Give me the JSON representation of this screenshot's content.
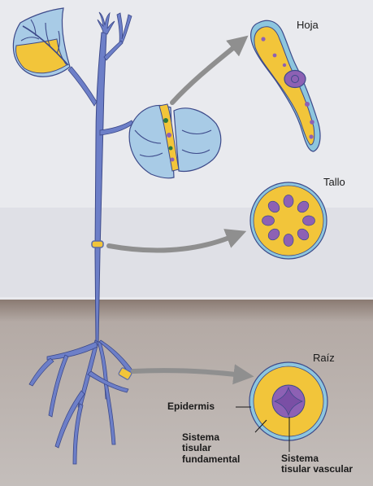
{
  "organs": {
    "leaf": "Hoja",
    "stem": "Tallo",
    "root": "Raíz"
  },
  "tissues": {
    "epidermis": "Epidermis",
    "ground_line1": "Sistema",
    "ground_line2": "tisular",
    "ground_line3": "fundamental",
    "vascular_line1": "Sistema",
    "vascular_line2": "tisular vascular"
  },
  "colors": {
    "background": "#e9eaee",
    "soil": "#b8b2ae",
    "plant_body": "#6d7fc8",
    "leaf_blue": "#a8cbe6",
    "epidermis_blue": "#8dc6de",
    "ground_tissue": "#f2c53a",
    "vascular_tissue": "#8d61b4",
    "arrow": "#8f8f8f"
  }
}
